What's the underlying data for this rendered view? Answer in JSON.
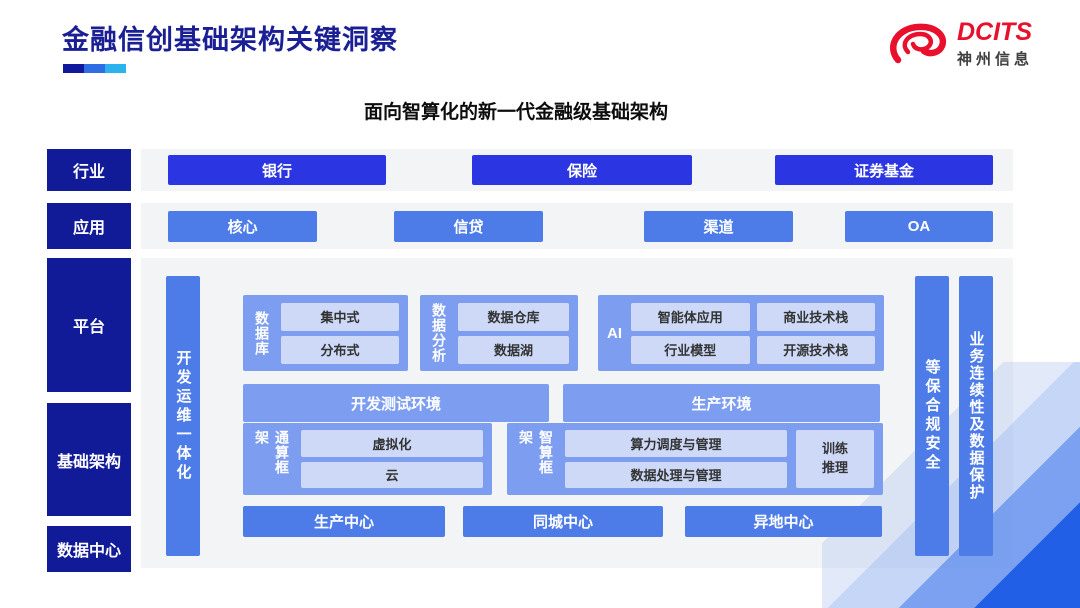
{
  "header": {
    "title": "金融信创基础架构关键洞察",
    "subtitle": "面向智算化的新一代金融级基础架构",
    "logo": {
      "brand": "DCITS",
      "company": "神州信息",
      "icon": "red-swirl-swoosh",
      "brand_color": "#e8102d"
    }
  },
  "layers": {
    "industry": {
      "label": "行业",
      "items": [
        "银行",
        "保险",
        "证券基金"
      ]
    },
    "application": {
      "label": "应用",
      "items": [
        "核心",
        "信贷",
        "渠道",
        "OA"
      ]
    },
    "platform": {
      "label": "平台"
    },
    "infrastructure": {
      "label": "基础架构"
    },
    "datacenter": {
      "label": "数据中心"
    }
  },
  "pillars": {
    "devops": "开发运维一体化",
    "security": "等保合规安全",
    "continuity": "业务连续性及数据保护"
  },
  "platform_groups": {
    "database": {
      "label": "数据库",
      "items": [
        "集中式",
        "分布式"
      ]
    },
    "analytics": {
      "label": "数据分析",
      "items": [
        "数据仓库",
        "数据湖"
      ]
    },
    "ai": {
      "label": "AI",
      "items": [
        "智能体应用",
        "商业技术栈",
        "行业模型",
        "开源技术栈"
      ]
    },
    "environments": [
      "开发测试环境",
      "生产环境"
    ]
  },
  "infra_groups": {
    "general_compute": {
      "label": "通算框架",
      "items": [
        "虚拟化",
        "云"
      ]
    },
    "ai_compute": {
      "label": "智算框架",
      "items": [
        "算力调度与管理",
        "数据处理与管理"
      ],
      "side": "训练\n推理"
    }
  },
  "datacenters": [
    "生产中心",
    "同城中心",
    "异地中心"
  ],
  "colors": {
    "navy": "#121b97",
    "primary_blue": "#2b35e1",
    "mid_blue": "#4d7ce9",
    "box_blue": "#7d9df1",
    "chip_blue": "#cdd9f7",
    "strip_gray": "#f3f4f6",
    "accent_red": "#e8102d",
    "corner_blue": "#2160e6",
    "underline_segments": [
      "#10189b",
      "#2f6de4",
      "#2bb3ee"
    ]
  }
}
